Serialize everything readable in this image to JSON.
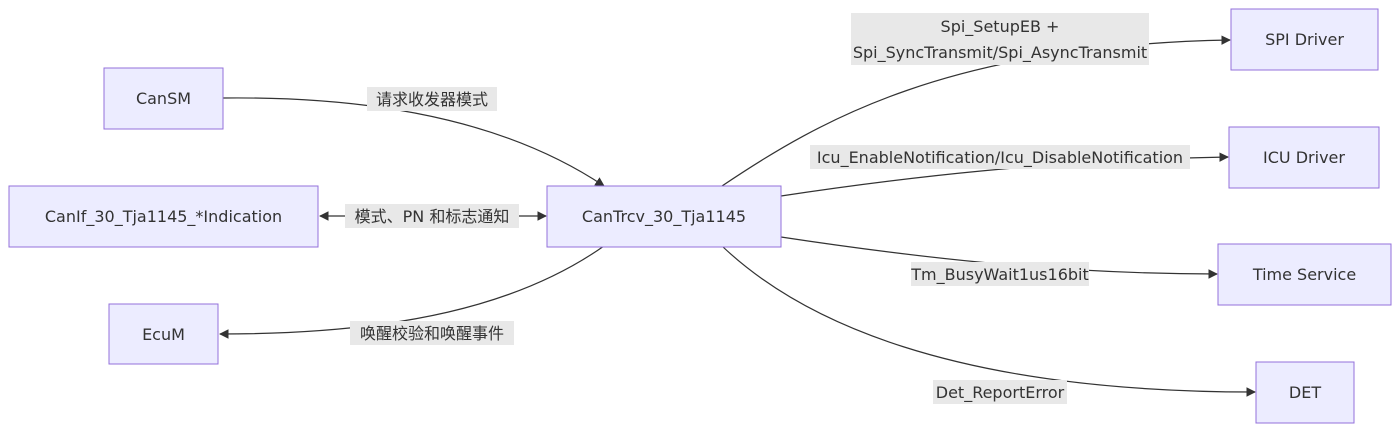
{
  "nodes": {
    "cansm": "CanSM",
    "canif": "CanIf_30_Tja1145_*Indication",
    "ecum": "EcuM",
    "cantrcv": "CanTrcv_30_Tja1145",
    "spi": "SPI Driver",
    "icu": "ICU Driver",
    "time": "Time Service",
    "det": "DET"
  },
  "edges": {
    "cansm_to_trcv": "请求收发器模式",
    "canif_trcv": "模式、PN 和标志通知",
    "trcv_to_ecum": "唤醒校验和唤醒事件",
    "trcv_to_spi_line1": "Spi_SetupEB +",
    "trcv_to_spi_line2": "Spi_SyncTransmit/Spi_AsyncTransmit",
    "trcv_to_icu": "Icu_EnableNotification/Icu_DisableNotification",
    "trcv_to_time": "Tm_BusyWait1us16bit",
    "trcv_to_det": "Det_ReportError"
  }
}
